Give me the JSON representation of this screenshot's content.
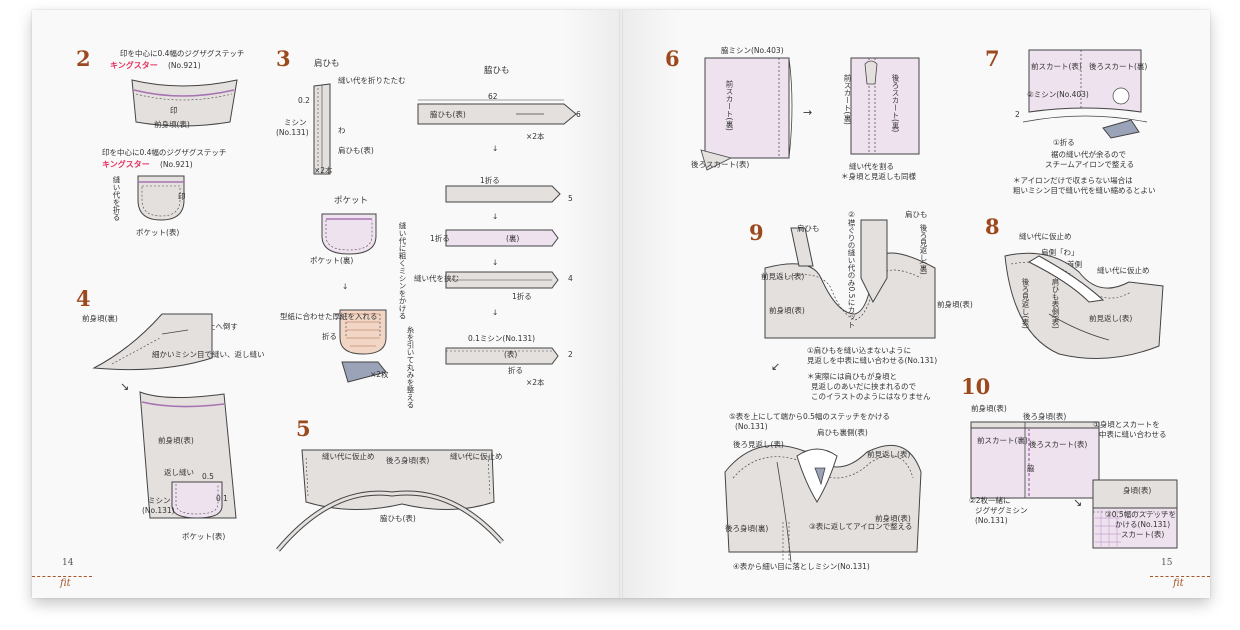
{
  "left_page": {
    "page_number": "14",
    "footer_mark": "fit",
    "steps": {
      "s2": {
        "num": "2",
        "note1": "印を中心に0.4幅のジグザグステッチ",
        "brand1": "キングスター",
        "brand1_code": "(No.921)",
        "mark": "印",
        "front_bodice": "前身頃(表)",
        "note2": "印を中心に0.4幅のジグザグステッチ",
        "brand2": "キングスター",
        "brand2_code": "(No.921)",
        "seam_fold": "縫い代を折る",
        "mark2": "印",
        "pocket": "ポケット(表)"
      },
      "s3": {
        "num": "3",
        "strap_title": "肩ひも",
        "fold_note": "縫い代を折りたたむ",
        "w02": "0.2",
        "machine": "ミシン",
        "machine_code": "(No.131)",
        "wa": "わ",
        "strap_front": "肩ひも(表)",
        "x2": "×2本",
        "pocket_title": "ポケット",
        "pocket_back": "ポケット(裏)",
        "coarse_stitch": "縫い代に粗くミシンをかける",
        "paper": "型紙に合わせた厚紙を入れる",
        "fold": "折る",
        "pull": "糸を引いて丸みを整える",
        "x2_pieces": "×2枚",
        "side_strap_title": "脇ひも",
        "len62": "62",
        "side_strap_front": "脇ひも(表)",
        "w6": "6",
        "x2b": "×2本",
        "fold1a": "1折る",
        "w5": "5",
        "fold1b": "1折る",
        "ura": "(裏)",
        "tuck": "縫い代を挟む",
        "w4": "4",
        "fold1c": "1折る",
        "machine01": "0.1ミシン(No.131)",
        "omote": "(表)",
        "w2": "2",
        "fold_word": "折る",
        "x2c": "×2本"
      },
      "s4": {
        "num": "4",
        "front_back": "前身頃(裏)",
        "dart": "ダーツを上へ倒す",
        "fine_stitch": "細かいミシン目で縫い、返し縫い",
        "front_front": "前身頃(表)",
        "backstitch": "返し縫い",
        "w05": "0.5",
        "machine": "ミシン",
        "machine_code": "(No.131)",
        "w01": "0.1",
        "pocket": "ポケット(表)"
      },
      "s5": {
        "num": "5",
        "baste_l": "縫い代に仮止め",
        "back_bodice": "後ろ身頃(表)",
        "baste_r": "縫い代に仮止め",
        "side_strap": "脇ひも(表)"
      }
    }
  },
  "right_page": {
    "page_number": "15",
    "footer_mark": "fit",
    "steps": {
      "s6": {
        "num": "6",
        "side_machine": "脇ミシン(No.403)",
        "front_skirt": "前スカート(裏)",
        "back_skirt": "後ろスカート(裏)",
        "back_skirt_front": "後ろスカート(表)",
        "split": "縫い代を割る",
        "note": "＊身頃と見返しも同様"
      },
      "s7": {
        "num": "7",
        "front_skirt": "前スカート(表)",
        "back_skirt": "後ろスカート(裏)",
        "machine": "②ミシン(No.403)",
        "w2": "2",
        "fold": "①折る",
        "note1": "裾の縫い代が余るので",
        "note2": "スチームアイロンで整える",
        "note3": "＊アイロンだけで収まらない場合は",
        "note4": "粗いミシン目で縫い代を縫い縮めるとよい"
      },
      "s8": {
        "num": "8",
        "baste": "縫い代に仮止め",
        "strap_wa": "肩側「わ」",
        "neck": "首側",
        "baste2": "縫い代に仮止め",
        "back_facing": "後ろ見返し(表)",
        "strap": "肩ひも表側(表)",
        "front_facing": "前見返し(表)"
      },
      "s9": {
        "num": "9",
        "strap": "肩ひも",
        "cut_note": "②襟ぐりの縫い代のみ0.5にカット",
        "strap2": "肩ひも",
        "back_facing": "後ろ見返し(裏)",
        "front_facing": "前見返し(表)",
        "front_bodice": "前身頃(表)",
        "front_bodice2": "前身頃(表)",
        "step1a": "①肩ひもを縫い込まないように",
        "step1b": "見返しを中表に縫い合わせる(No.131)",
        "note1": "＊実際には肩ひもが身頃と",
        "note2": "見返しのあいだに挟まれるので",
        "note3": "このイラストのようにはなりません",
        "step5a": "⑤表を上にして端から0.5幅のステッチをかける",
        "step5b": "(No.131)",
        "strap_back": "肩ひも裏側(表)",
        "back_facing2": "後ろ見返し(表)",
        "front_facing2": "前見返し(表)",
        "front_bodice3": "前身頃(表)",
        "back_bodice": "後ろ身頃(裏)",
        "step3": "③表に返してアイロンで整える",
        "step4": "④表から細い目に落としミシン(No.131)"
      },
      "s10": {
        "num": "10",
        "front_bodice": "前身頃(表)",
        "back_bodice": "後ろ身頃(表)",
        "step1a": "①身頃とスカートを",
        "step1b": "中表に縫い合わせる",
        "front_skirt": "前スカート(裏)",
        "back_skirt": "後ろスカート(表)",
        "side": "脇",
        "step2a": "②2枚一緒に",
        "step2b": "ジグザグミシン",
        "step2c": "(No.131)",
        "body": "身頃(表)",
        "step3a": "③0.5幅のステッチを",
        "step3b": "かける(No.131)",
        "skirt": "スカート(表)"
      }
    }
  },
  "colors": {
    "step_number": "#9c4a1d",
    "brand": "#e4305e",
    "fabric_gray": "#e4e0de",
    "fabric_lilac": "#efe2ef",
    "stitch_purple": "#a772b2",
    "outline": "#444444"
  }
}
